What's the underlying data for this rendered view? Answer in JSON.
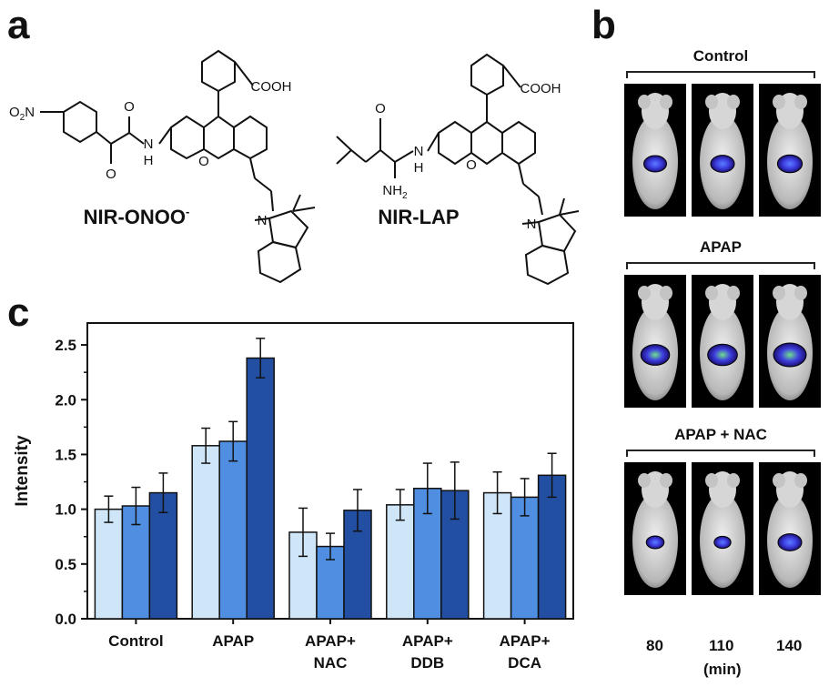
{
  "panels": {
    "a": "a",
    "b": "b",
    "c": "c"
  },
  "structures": {
    "left": {
      "name": "NIR-ONOO",
      "name_sup": "-",
      "no2": "O",
      "no2_sub": "2",
      "no2_tail": "N",
      "cooh": "COOH",
      "o": "O",
      "nh": "N",
      "h": "H",
      "nplus": "O",
      "n": "N"
    },
    "right": {
      "name": "NIR-LAP",
      "cooh": "COOH",
      "nh2": "NH",
      "nh2_sub": "2",
      "o": "O",
      "n": "N",
      "h": "H"
    }
  },
  "imaging": {
    "groups": [
      {
        "label": "Control"
      },
      {
        "label": "APAP"
      },
      {
        "label": "APAP + NAC"
      }
    ],
    "time_labels": [
      "80",
      "110",
      "140"
    ],
    "time_unit": "(min)",
    "signal": [
      [
        0.5,
        0.55,
        0.6
      ],
      [
        0.8,
        0.85,
        1.0
      ],
      [
        0.25,
        0.2,
        0.55
      ]
    ]
  },
  "chart_data": {
    "type": "bar",
    "ylabel": "Intensity",
    "ylim": [
      0,
      2.7
    ],
    "yticks": [
      "0.0",
      "0.5",
      "1.0",
      "1.5",
      "2.0",
      "2.5"
    ],
    "categories": [
      [
        "Control"
      ],
      [
        "APAP"
      ],
      [
        "APAP+",
        "NAC"
      ],
      [
        "APAP+",
        "DDB"
      ],
      [
        "APAP+",
        "DCA"
      ]
    ],
    "series": [
      {
        "values": [
          1.0,
          1.58,
          0.79,
          1.04,
          1.15
        ],
        "errors": [
          0.12,
          0.16,
          0.22,
          0.14,
          0.19
        ],
        "color": "#cfe6f8"
      },
      {
        "values": [
          1.03,
          1.62,
          0.66,
          1.19,
          1.11
        ],
        "errors": [
          0.17,
          0.18,
          0.12,
          0.23,
          0.17
        ],
        "color": "#4f8ee0"
      },
      {
        "values": [
          1.15,
          2.38,
          0.99,
          1.17,
          1.31
        ],
        "errors": [
          0.18,
          0.18,
          0.19,
          0.26,
          0.2
        ],
        "color": "#234fa3"
      }
    ],
    "grid": false,
    "legend": "none"
  }
}
